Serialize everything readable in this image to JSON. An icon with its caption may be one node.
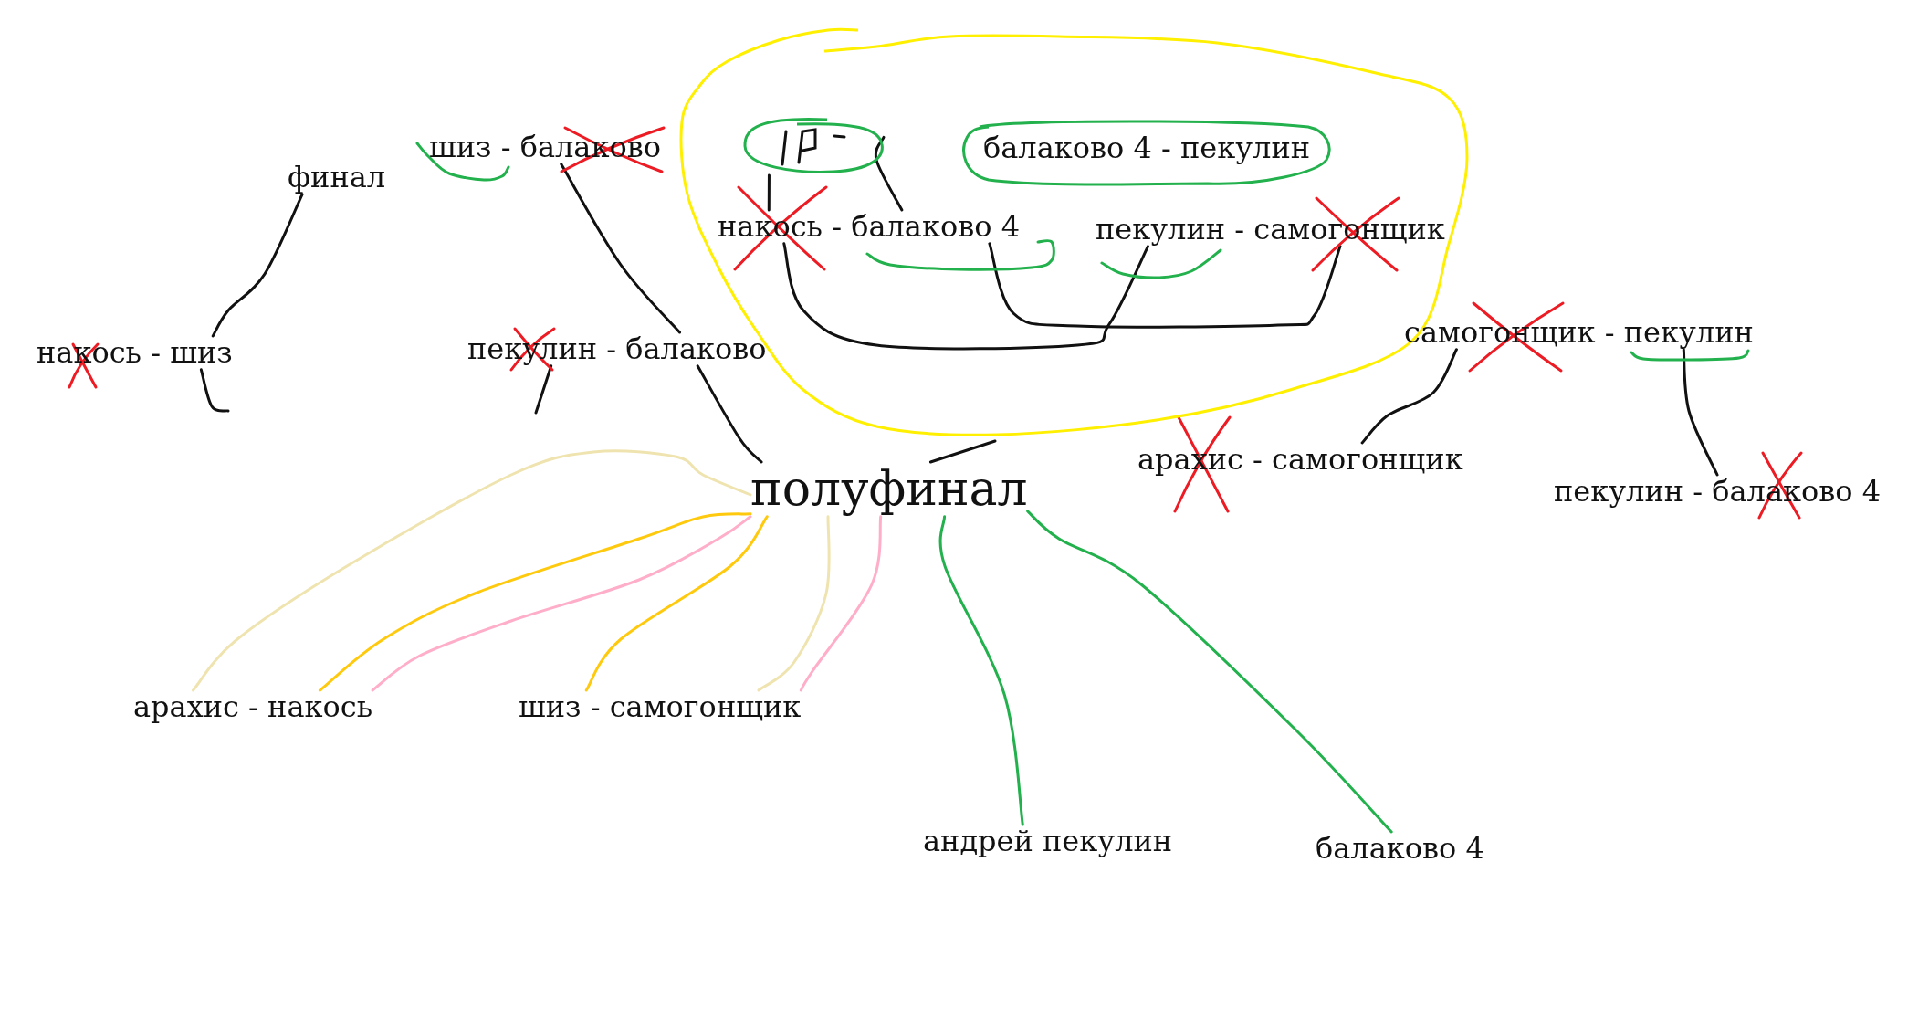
{
  "diagram": {
    "nodes": [
      {
        "text": [
          "финал"
        ]
      },
      {
        "text": [
          "шиз - балаково"
        ]
      },
      {
        "text": [],
        "shape": "circle"
      },
      {
        "text": [],
        "shape": "oval",
        "in": 2
      },
      {
        "text": [
          "балаково 4 - пекулин"
        ],
        "in": 2
      },
      {
        "text": [
          "накось - балаково 4"
        ],
        "in": 2
      },
      {
        "text": [
          "пекулин - самогонщик"
        ],
        "in": 2
      },
      {
        "text": [
          "накось - шиз"
        ]
      },
      {
        "text": [
          "пекулин - балаково"
        ]
      },
      {
        "text": [
          "самогонщик - пекулин"
        ]
      },
      {
        "text": [
          "полуфинал"
        ]
      },
      {
        "text": [
          "арахис - самогонщик"
        ]
      },
      {
        "text": [
          "пекулин - балаково 4"
        ]
      },
      {
        "text": [
          "арахис - накось"
        ]
      },
      {
        "text": [
          "шиз - самогонщик"
        ]
      },
      {
        "text": [
          "андрей пекулин"
        ]
      },
      {
        "text": [
          "балаково 4"
        ]
      }
    ],
    "edges": [
      {
        "from": 0,
        "to": 7,
        "arrow": "none"
      },
      {
        "from": 1,
        "to": 8,
        "arrow": "none"
      },
      {
        "from": 7,
        "to": null,
        "arrow": "none"
      },
      {
        "from": 8,
        "to": null,
        "arrow": "none"
      },
      {
        "from": 8,
        "to": 10,
        "arrow": "none"
      },
      {
        "from": 2,
        "to": 10,
        "arrow": "none"
      },
      {
        "from": 3,
        "to": 5,
        "arrow": "none"
      },
      {
        "from": 3,
        "to": 5,
        "arrow": "none"
      },
      {
        "from": 5,
        "to": 6,
        "arrow": "none"
      },
      {
        "from": 5,
        "to": 6,
        "arrow": "none"
      },
      {
        "from": 9,
        "to": 11,
        "arrow": "none"
      },
      {
        "from": 9,
        "to": 12,
        "arrow": "none"
      },
      {
        "from": 10,
        "to": 13,
        "arrow": "none",
        "color": "#efe4b0"
      },
      {
        "from": 10,
        "to": 13,
        "arrow": "none",
        "color": "#ffc90e"
      },
      {
        "from": 10,
        "to": 13,
        "arrow": "none",
        "color": "#ffaec9"
      },
      {
        "from": 10,
        "to": 14,
        "arrow": "none",
        "color": "#ffc90e"
      },
      {
        "from": 10,
        "to": 14,
        "arrow": "none",
        "color": "#efe4b0"
      },
      {
        "from": 10,
        "to": 14,
        "arrow": "none",
        "color": "#ffaec9"
      },
      {
        "from": 10,
        "to": 15,
        "arrow": "none",
        "color": "#22b14c"
      },
      {
        "from": 10,
        "to": 16,
        "arrow": "none",
        "color": "#22b14c"
      }
    ]
  }
}
